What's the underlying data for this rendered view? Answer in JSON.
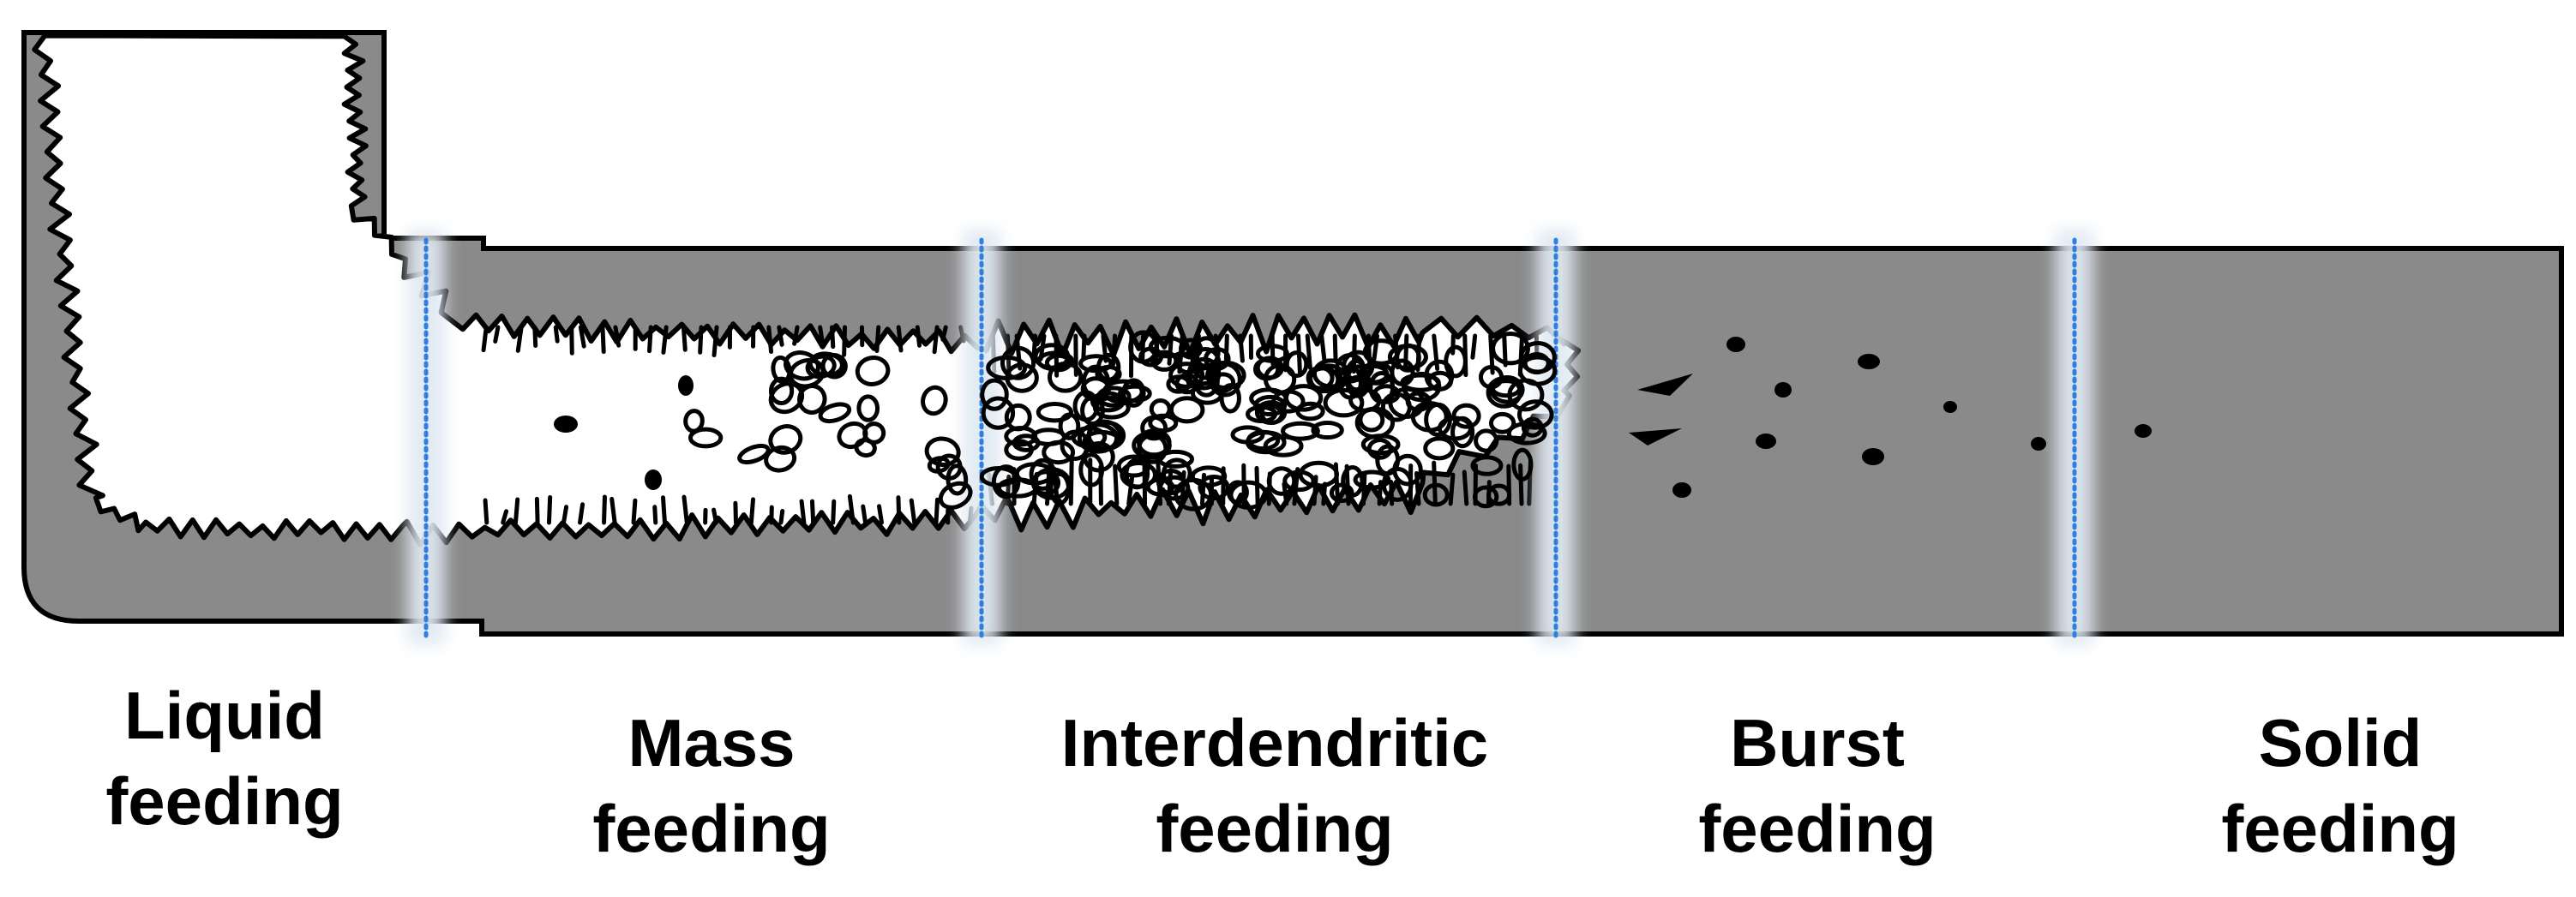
{
  "colors": {
    "mould": "#8a8a8a",
    "outline": "#000000",
    "melt": "#ffffff",
    "divider": "#2f7fe0",
    "divider_glow": "#dfe8f2",
    "text": "#000000"
  },
  "zones": [
    {
      "id": "liquid",
      "line1": "Liquid",
      "line2": "feeding"
    },
    {
      "id": "mass",
      "line1": "Mass",
      "line2": "feeding"
    },
    {
      "id": "interdendritic",
      "line1": "Interdendritic",
      "line2": "feeding"
    },
    {
      "id": "burst",
      "line1": "Burst",
      "line2": "feeding"
    },
    {
      "id": "solid",
      "line1": "Solid",
      "line2": "feeding"
    }
  ]
}
